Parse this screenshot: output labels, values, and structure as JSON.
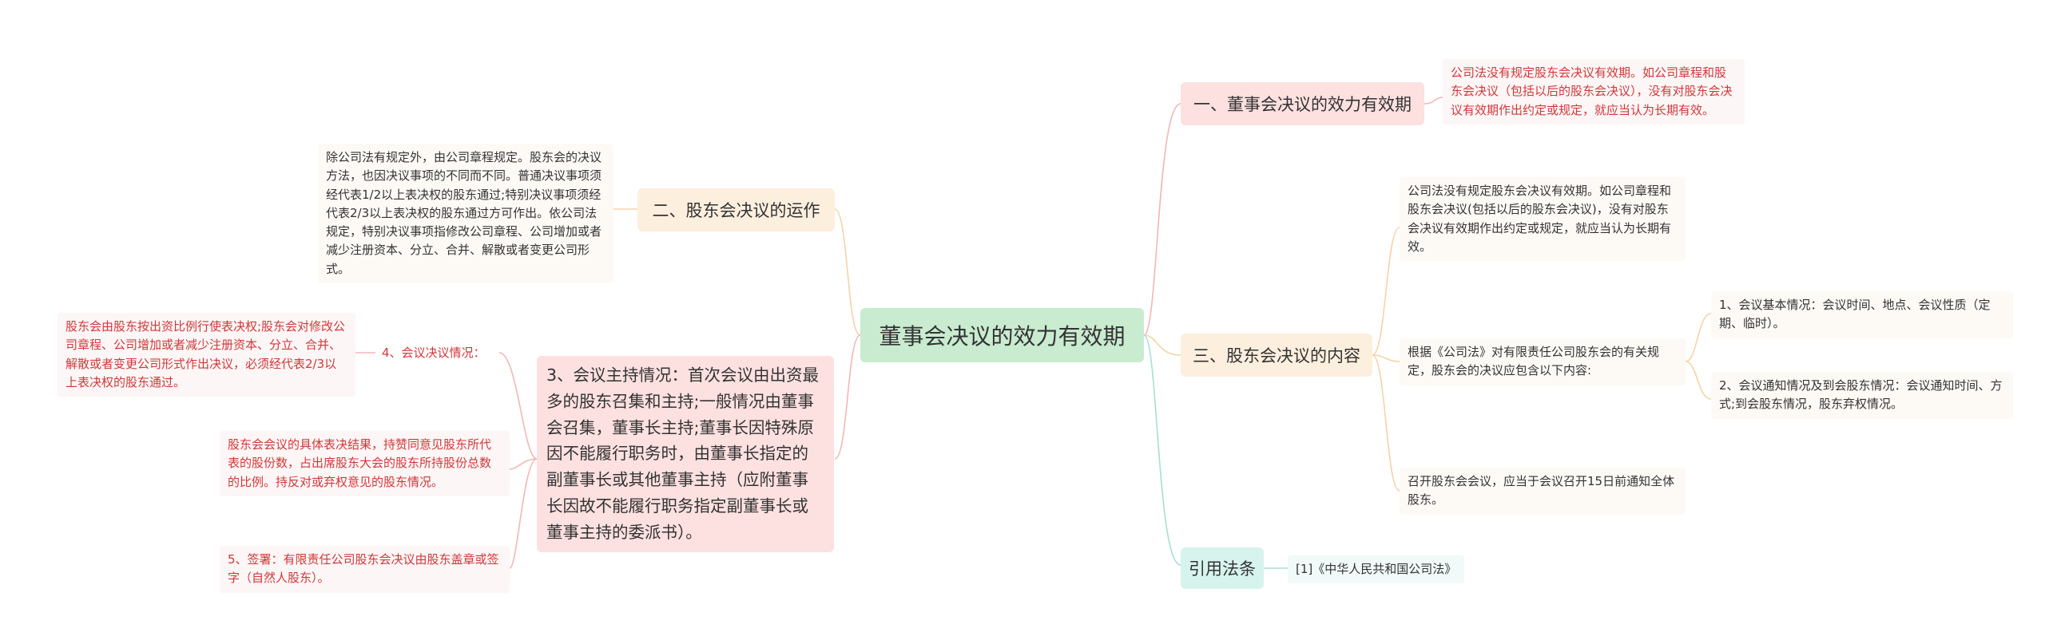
{
  "root": {
    "label": "董事会决议的效力有效期"
  },
  "branches": {
    "b1": {
      "label": "一、董事会决议的效力有效期",
      "text": "公司法没有规定股东会决议有效期。如公司章程和股东会决议（包括以后的股东会决议），没有对股东会决议有效期作出约定或规定，就应当认为长期有效。"
    },
    "b2": {
      "label": "二、股东会决议的运作",
      "text": "除公司法有规定外，由公司章程规定。股东会的决议方法，也因决议事项的不同而不同。普通决议事项须经代表1/2以上表决权的股东通过;特别决议事项须经代表2/3以上表决权的股东通过方可作出。依公司法规定，特别决议事项指修改公司章程、公司增加或者减少注册资本、分立、合并、解散或者变更公司形式。"
    },
    "b3": {
      "label": "三、股东会决议的内容",
      "items": [
        "公司法没有规定股东会决议有效期。如公司章程和股东会决议(包括以后的股东会决议)，没有对股东会决议有效期作出约定或规定，就应当认为长期有效。",
        "根据《公司法》对有限责任公司股东会的有关规定，股东会的决议应包含以下内容:",
        "召开股东会会议，应当于会议召开15日前通知全体股东。"
      ],
      "sub": [
        "1、会议基本情况：会议时间、地点、会议性质（定期、临时）。",
        "2、会议通知情况及到会股东情况：会议通知时间、方式;到会股东情况，股东弃权情况。"
      ]
    },
    "b4": {
      "label": "引用法条",
      "text": "[1]《中华人民共和国公司法》"
    }
  },
  "left": {
    "host_text": "3、会议主持情况：首次会议由出资最多的股东召集和主持;一般情况由董事会召集，董事长主持;董事长因特殊原因不能履行职务时，由董事长指定的副董事长或其他董事主持（应附董事长因故不能履行职务指定副董事长或董事主持的委派书）。",
    "vote_label": "4、会议决议情况：",
    "vote_text": "股东会由股东按出资比例行使表决权;股东会对修改公司章程、公司增加或者减少注册资本、分立、合并、解散或者变更公司形式作出决议，必须经代表2/3以上表决权的股东通过。",
    "result_text": "股东会会议的具体表决结果，持赞同意见股东所代表的股份数，占出席股东大会的股东所持股份总数的比例。持反对或弃权意见的股东情况。",
    "sign_text": "5、签署：有限责任公司股东会决议由股东盖章或签字（自然人股东）。"
  }
}
